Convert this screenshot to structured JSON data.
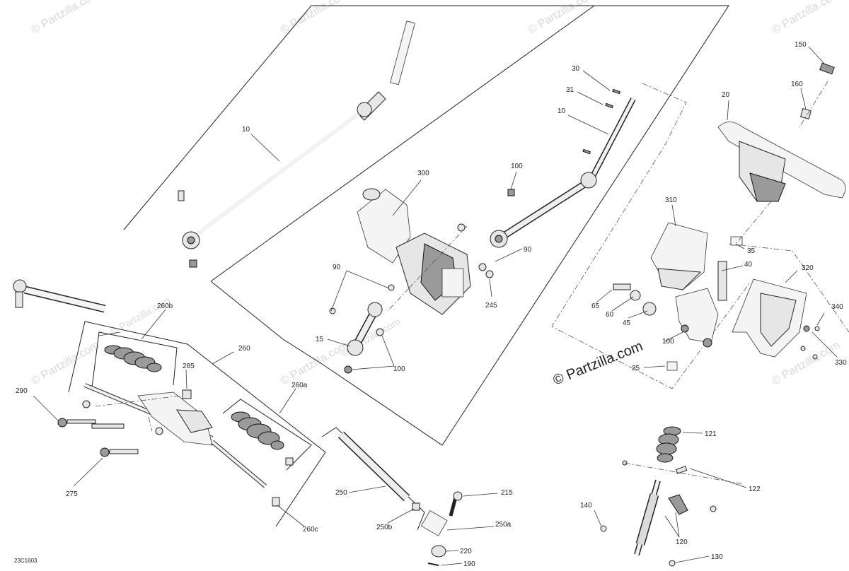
{
  "diagram_code": "23C1603",
  "watermark": {
    "main": "© Partzilla.com",
    "tile": "© Partzilla.com"
  },
  "callouts": {
    "c10a": "10",
    "c10b": "10",
    "c15": "15",
    "c20": "20",
    "c30": "30",
    "c31": "31",
    "c35a": "35",
    "c35b": "35",
    "c40": "40",
    "c45": "45",
    "c60": "60",
    "c65": "65",
    "c90a": "90",
    "c90b": "90",
    "c100a": "100",
    "c100b": "100",
    "c100c": "100",
    "c120": "120",
    "c121": "121",
    "c122": "122",
    "c130": "130",
    "c140": "140",
    "c150": "150",
    "c160": "160",
    "c190": "190",
    "c215": "215",
    "c220": "220",
    "c245": "245",
    "c250": "250",
    "c250a": "250a",
    "c250b": "250b",
    "c260": "260",
    "c260a": "260a",
    "c260b": "260b",
    "c260c": "260c",
    "c275": "275",
    "c285": "285",
    "c290": "290",
    "c300": "300",
    "c310": "310",
    "c320": "320",
    "c330": "330",
    "c340": "340"
  }
}
